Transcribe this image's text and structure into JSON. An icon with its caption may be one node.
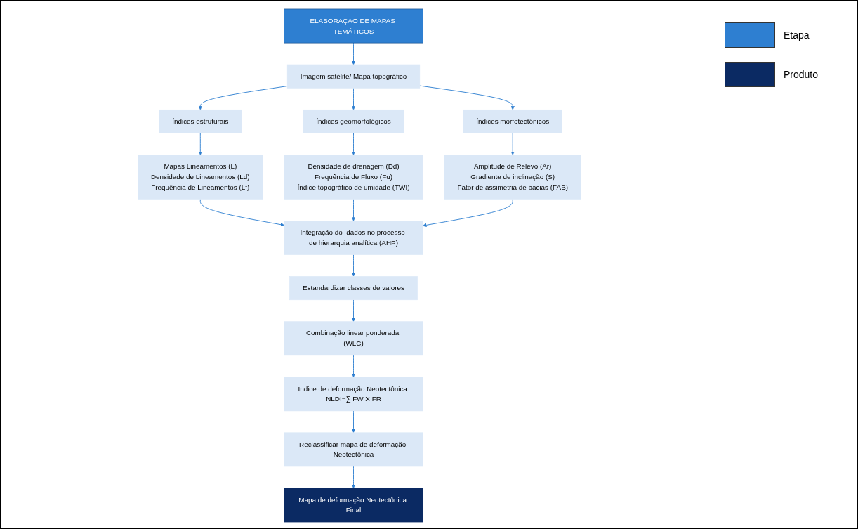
{
  "diagram": {
    "nodes": [
      {
        "text": [
          "ELABORAÇÃO DE MAPAS TEMÁTICOS"
        ]
      },
      {
        "text": [
          "Imagem satélite/  Mapa topográfico"
        ]
      },
      {
        "text": [
          "Índices estruturais"
        ]
      },
      {
        "text": [
          "Índices geomorfológicos"
        ]
      },
      {
        "text": [
          "Índices morfotectônicos"
        ]
      },
      {
        "text": [
          "Mapas Lineamentos (L)",
          "Densidade de Lineamentos (Ld)",
          "Frequência de Lineamentos (Lf)"
        ]
      },
      {
        "text": [
          "Densidade de drenagem (Dd)",
          "Frequência  de Fluxo (Fu)",
          "Índice topográfico de umidade (TWI)"
        ]
      },
      {
        "text": [
          "Amplitude de Relevo  (Ar)",
          "Gradiente de inclinação (S)",
          "Fator de assimetria de bacias (FAB)"
        ]
      },
      {
        "text": [
          "Integração do  dados no processo de hierarquia analítica (AHP)"
        ]
      },
      {
        "text": [
          "Estandardizar classes de valores"
        ]
      },
      {
        "text": [
          "Combinação linear ponderada (WLC)"
        ]
      },
      {
        "text": [
          "Índice de deformação Neotectônica NLDI=∑ FW X FR"
        ]
      },
      {
        "text": [
          "Reclassificar mapa de deformação Neotectônica"
        ]
      },
      {
        "text": [
          "Mapa de deformação Neotectônica Final"
        ]
      }
    ],
    "edges": [
      {
        "from": 0,
        "to": 1,
        "arrow": "to"
      },
      {
        "from": 1,
        "to": 2,
        "arrow": "to"
      },
      {
        "from": 1,
        "to": 3,
        "arrow": "to"
      },
      {
        "from": 1,
        "to": 4,
        "arrow": "to"
      },
      {
        "from": 2,
        "to": 5,
        "arrow": "to"
      },
      {
        "from": 3,
        "to": 6,
        "arrow": "to"
      },
      {
        "from": 4,
        "to": 7,
        "arrow": "to"
      },
      {
        "from": 5,
        "to": 8,
        "arrow": "to"
      },
      {
        "from": 6,
        "to": 8,
        "arrow": "to"
      },
      {
        "from": 7,
        "to": 8,
        "arrow": "to"
      },
      {
        "from": 8,
        "to": 9,
        "arrow": "to"
      },
      {
        "from": 9,
        "to": 10,
        "arrow": "to"
      },
      {
        "from": 10,
        "to": 11,
        "arrow": "to"
      },
      {
        "from": 11,
        "to": 12,
        "arrow": "to"
      },
      {
        "from": 12,
        "to": 13,
        "arrow": "to"
      }
    ],
    "legend": [
      {
        "text": "Etapa",
        "color": "#2e7fd1"
      },
      {
        "text": "Produto",
        "color": "#0b2a63"
      }
    ]
  }
}
